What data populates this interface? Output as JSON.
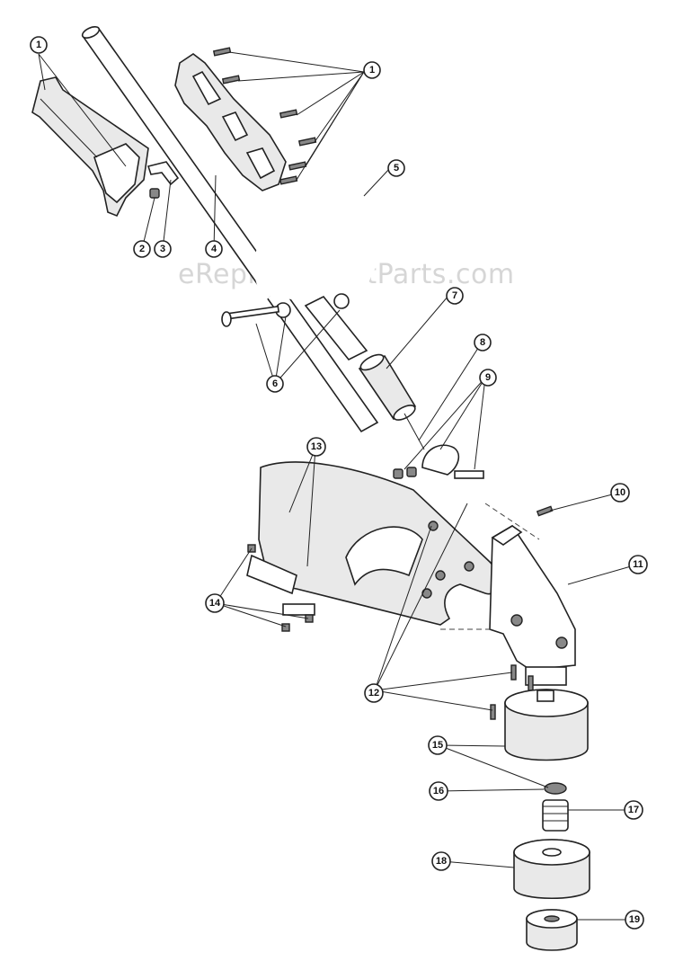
{
  "watermark": "eReplacementParts.com",
  "callouts": [
    {
      "id": "c1a",
      "label": "1"
    },
    {
      "id": "c1b",
      "label": "1"
    },
    {
      "id": "c2",
      "label": "2"
    },
    {
      "id": "c3",
      "label": "3"
    },
    {
      "id": "c4",
      "label": "4"
    },
    {
      "id": "c5",
      "label": "5"
    },
    {
      "id": "c6",
      "label": "6"
    },
    {
      "id": "c7",
      "label": "7"
    },
    {
      "id": "c8",
      "label": "8"
    },
    {
      "id": "c9",
      "label": "9"
    },
    {
      "id": "c10",
      "label": "10"
    },
    {
      "id": "c11",
      "label": "11"
    },
    {
      "id": "c12",
      "label": "12"
    },
    {
      "id": "c13",
      "label": "13"
    },
    {
      "id": "c14",
      "label": "14"
    },
    {
      "id": "c15",
      "label": "15"
    },
    {
      "id": "c16",
      "label": "16"
    },
    {
      "id": "c17",
      "label": "17"
    },
    {
      "id": "c18",
      "label": "18"
    },
    {
      "id": "c19",
      "label": "19"
    }
  ]
}
